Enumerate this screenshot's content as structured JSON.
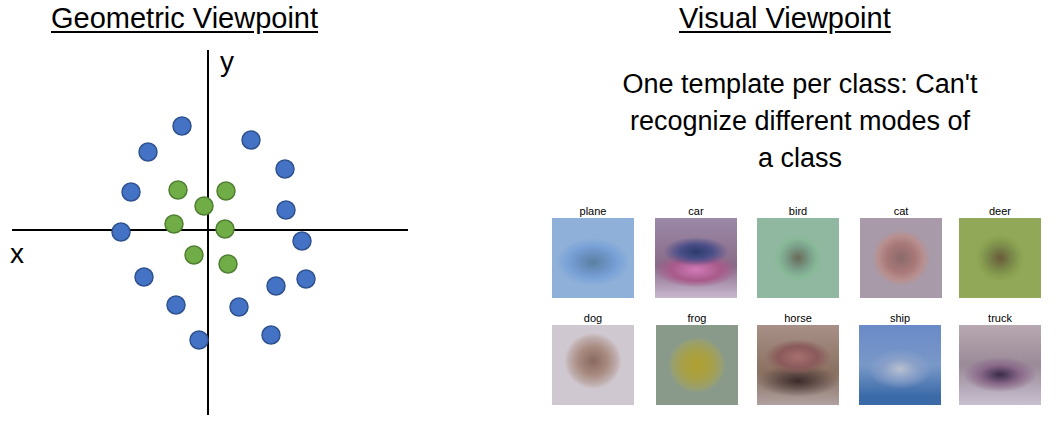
{
  "diagram": {
    "nodes": [
      {
        "text": [
          "plane"
        ]
      },
      {
        "text": [
          "car"
        ]
      },
      {
        "text": [
          "bird"
        ]
      },
      {
        "text": [
          "cat"
        ]
      },
      {
        "text": [
          "deer"
        ]
      },
      {
        "text": [
          "dog"
        ]
      },
      {
        "text": [
          "frog"
        ]
      },
      {
        "text": [
          "horse"
        ]
      },
      {
        "text": [
          "ship"
        ]
      },
      {
        "text": [
          "truck"
        ]
      }
    ],
    "labels": [
      "Geometric Viewpoint",
      "y",
      "x",
      "Visual Viewpoint",
      "One template per class: Can't recognize different modes of a class"
    ]
  }
}
